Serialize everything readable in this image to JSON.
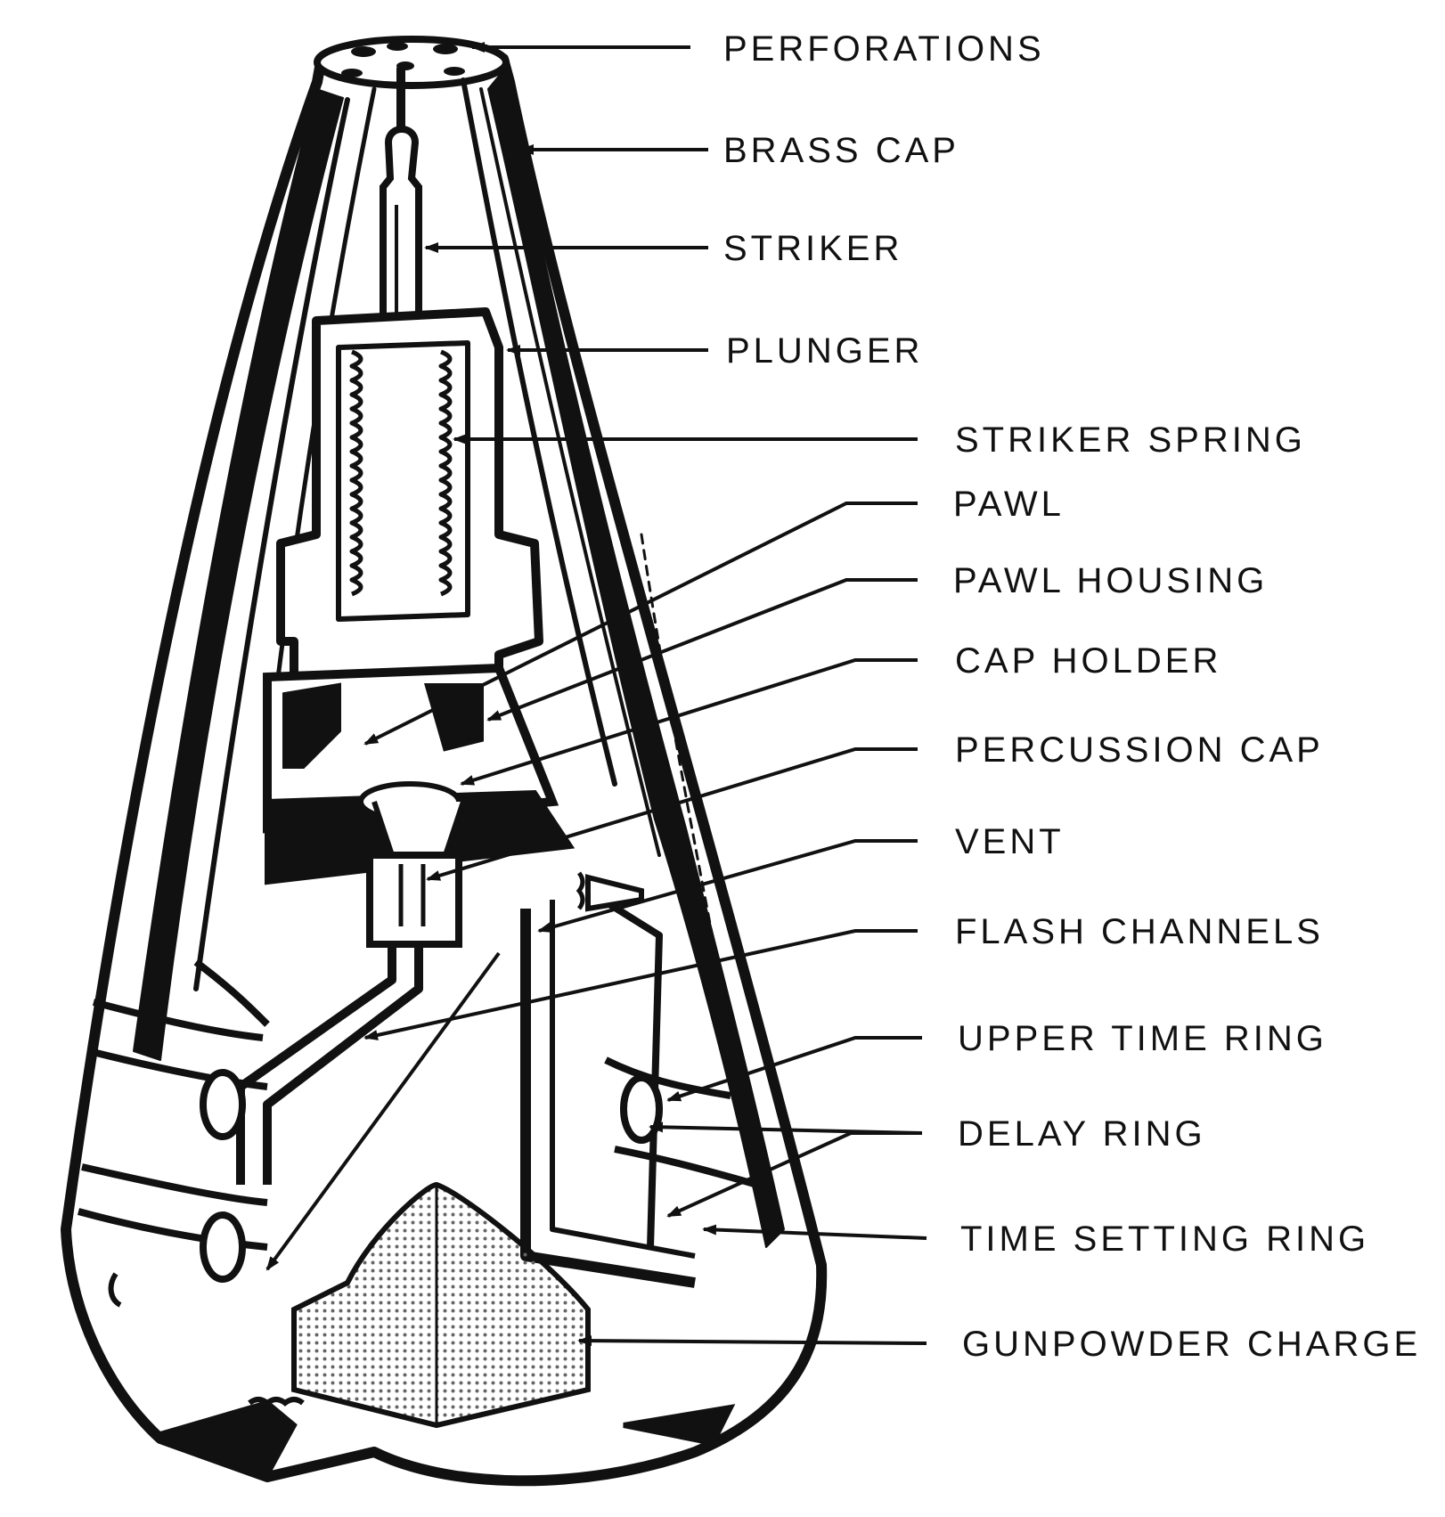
{
  "colors": {
    "ink": "#111111",
    "paper": "#ffffff",
    "dots": "#777777"
  },
  "labels": [
    {
      "id": "perforations",
      "text": "PERFORATIONS"
    },
    {
      "id": "brass-cap",
      "text": "BRASS CAP"
    },
    {
      "id": "striker",
      "text": "STRIKER"
    },
    {
      "id": "plunger",
      "text": "PLUNGER"
    },
    {
      "id": "striker-spring",
      "text": "STRIKER SPRING"
    },
    {
      "id": "pawl",
      "text": "PAWL"
    },
    {
      "id": "pawl-housing",
      "text": "PAWL  HOUSING"
    },
    {
      "id": "cap-holder",
      "text": "CAP  HOLDER"
    },
    {
      "id": "percussion-cap",
      "text": "PERCUSSION  CAP"
    },
    {
      "id": "vent",
      "text": "VENT"
    },
    {
      "id": "flash-channels",
      "text": "FLASH  CHANNELS"
    },
    {
      "id": "upper-time-ring",
      "text": "UPPER TIME RING"
    },
    {
      "id": "delay-ring",
      "text": "DELAY  RING"
    },
    {
      "id": "time-setting-ring",
      "text": "TIME  SETTING RING"
    },
    {
      "id": "gunpowder-charge",
      "text": "GUNPOWDER  CHARGE"
    }
  ]
}
